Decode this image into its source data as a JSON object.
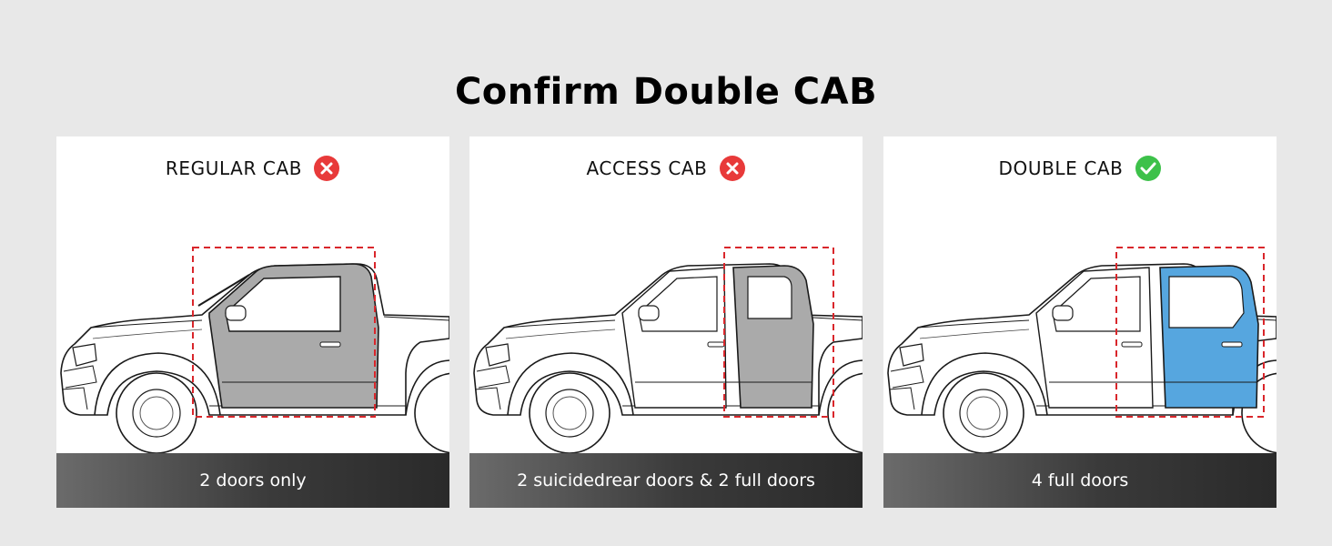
{
  "title": "Confirm Double CAB",
  "colors": {
    "reject": "#e83a3a",
    "accept": "#3dc14a",
    "highlight_gray": "#aaaaaa",
    "highlight_blue": "#56a6df",
    "dash": "#d9262b"
  },
  "cards": [
    {
      "label": "REGULAR CAB",
      "status": "x-icon",
      "caption": "2 doors only"
    },
    {
      "label": "ACCESS CAB",
      "status": "x-icon",
      "caption": "2 suicidedrear doors & 2 full doors"
    },
    {
      "label": "DOUBLE CAB",
      "status": "check-icon",
      "caption": "4 full doors"
    }
  ]
}
